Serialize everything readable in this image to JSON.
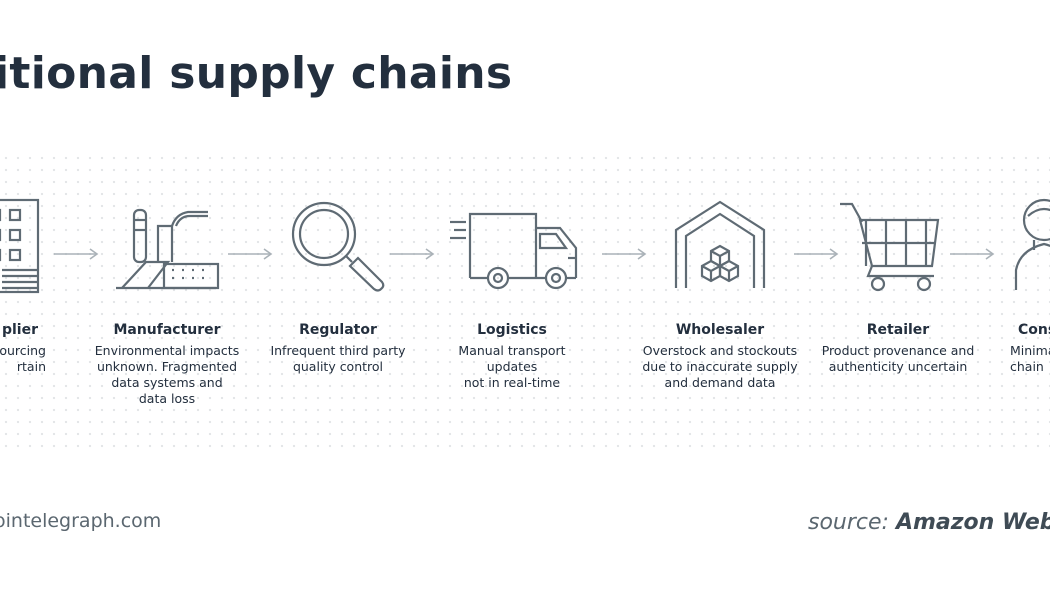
{
  "title": "itional supply chains",
  "stages": [
    {
      "label": "plier",
      "desc": "ourcing\nrtain",
      "icon": "building-icon"
    },
    {
      "label": "Manufacturer",
      "desc": "Environmental impacts\nunknown. Fragmented\ndata systems and\ndata loss",
      "icon": "factory-icon"
    },
    {
      "label": "Regulator",
      "desc": "Infrequent third party\nquality control",
      "icon": "magnifier-icon"
    },
    {
      "label": "Logistics",
      "desc": "Manual transport updates\nnot in real-time",
      "icon": "truck-icon"
    },
    {
      "label": "Wholesaler",
      "desc": "Overstock and stockouts\ndue to inaccurate supply\nand demand data",
      "icon": "warehouse-icon"
    },
    {
      "label": "Retailer",
      "desc": "Product provenance and\nauthenticity uncertain",
      "icon": "cart-icon"
    },
    {
      "label": "Cons",
      "desc": "Minima\nchain",
      "icon": "consumer-icon"
    }
  ],
  "footer": {
    "site": "ointelegraph.com",
    "source_prefix": "source:",
    "source_name": "Amazon Web"
  },
  "colors": {
    "title": "#232f3e",
    "icon_stroke": "#5f6b74",
    "arrow": "#aab2b8",
    "footer": "#5b6770"
  }
}
